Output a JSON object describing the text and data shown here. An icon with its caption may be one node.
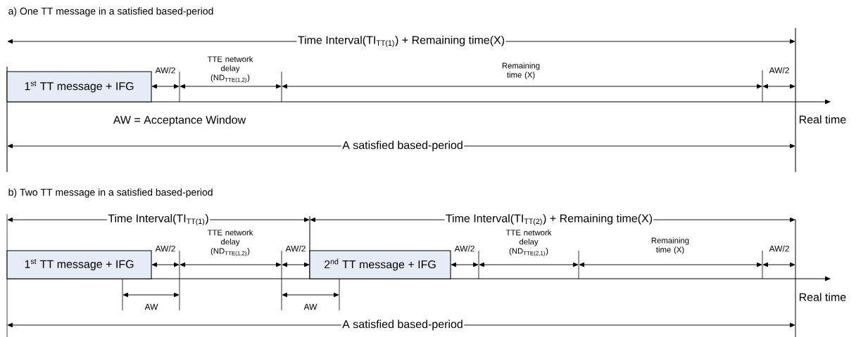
{
  "diagram": {
    "nodes": [
      {
        "text": [
          "1$^{st}$ TT message + IFG"
        ]
      },
      {
        "text": [
          "1$^{st}$ TT message + IFG"
        ]
      },
      {
        "text": [
          "2$^{nd}$ TT message + IFG"
        ]
      }
    ],
    "labels": [
      "a) One TT message in a satisfied based-period",
      "Time Interval(TI$_{TT(1)}$) + Remaining time(X)",
      "AW/2",
      "TTE network delay (ND$_{TTE(1,2)}$)",
      "Remaining time (X)",
      "AW/2",
      "AW = Acceptance Window",
      "Real time",
      "A satisfied based-period",
      "b) Two TT message in a satisfied based-period",
      "Time Interval(TI$_{TT(1)}$)",
      "Time Interval(TI$_{TT(2)}$) + Remaining time(X)",
      "AW/2",
      "TTE network delay (ND$_{TTE(1,2)}$)",
      "AW/2",
      "AW/2",
      "TTE network delay (ND$_{TTE(2,1)}$)",
      "Remaining time (X)",
      "AW/2",
      "Real time",
      "AW",
      "AW",
      "A satisfied based-period"
    ]
  }
}
